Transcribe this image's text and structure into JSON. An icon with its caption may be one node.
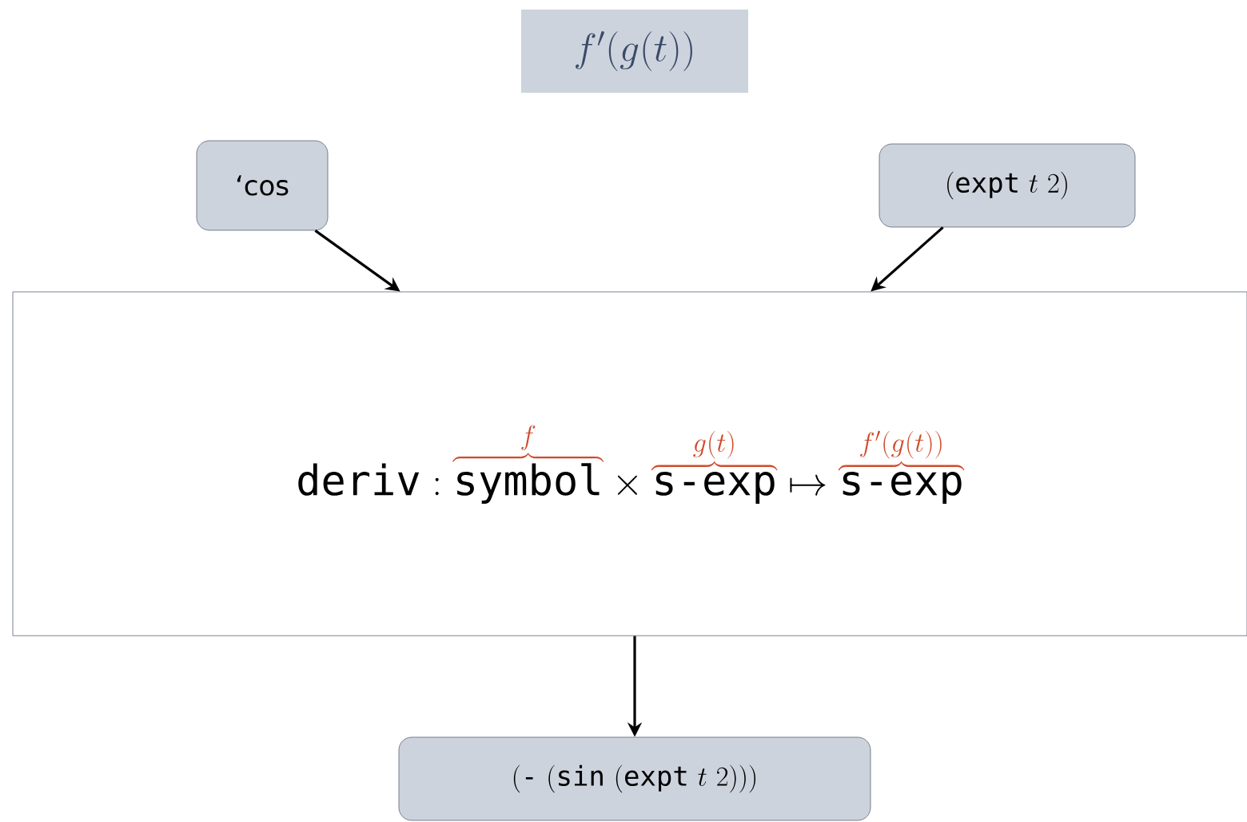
{
  "diagram": {
    "title": "f'(g(t))",
    "nodes": [
      {
        "text": [
          "‘cos"
        ]
      },
      {
        "text": [
          "(\\texttt{expt}\\ t\\ 2)"
        ]
      },
      {
        "text": [
          "\\texttt{deriv} : \\textcolor[HTML]{D04A2A}{\\overbrace{\\textcolor{black}{\\texttt{symbol}}}^{f}} \\times \\textcolor[HTML]{D04A2A}{\\overbrace{\\textcolor{black}{\\texttt{s-exp}}}^{g(t)}} \\mapsto \\textcolor[HTML]{D04A2A}{\\overbrace{\\textcolor{black}{\\texttt{s-exp}}}^{f'(g(t))}}"
        ]
      },
      {
        "text": [
          "(\\texttt{-}\\ (\\texttt{sin}\\ (\\texttt{expt}\\ t\\ 2)))"
        ]
      }
    ],
    "edges": [
      {
        "from": 0,
        "to": 2,
        "arrow": "to"
      },
      {
        "from": 1,
        "to": 2,
        "arrow": "to"
      },
      {
        "from": 2,
        "to": 3,
        "arrow": "to"
      }
    ]
  }
}
